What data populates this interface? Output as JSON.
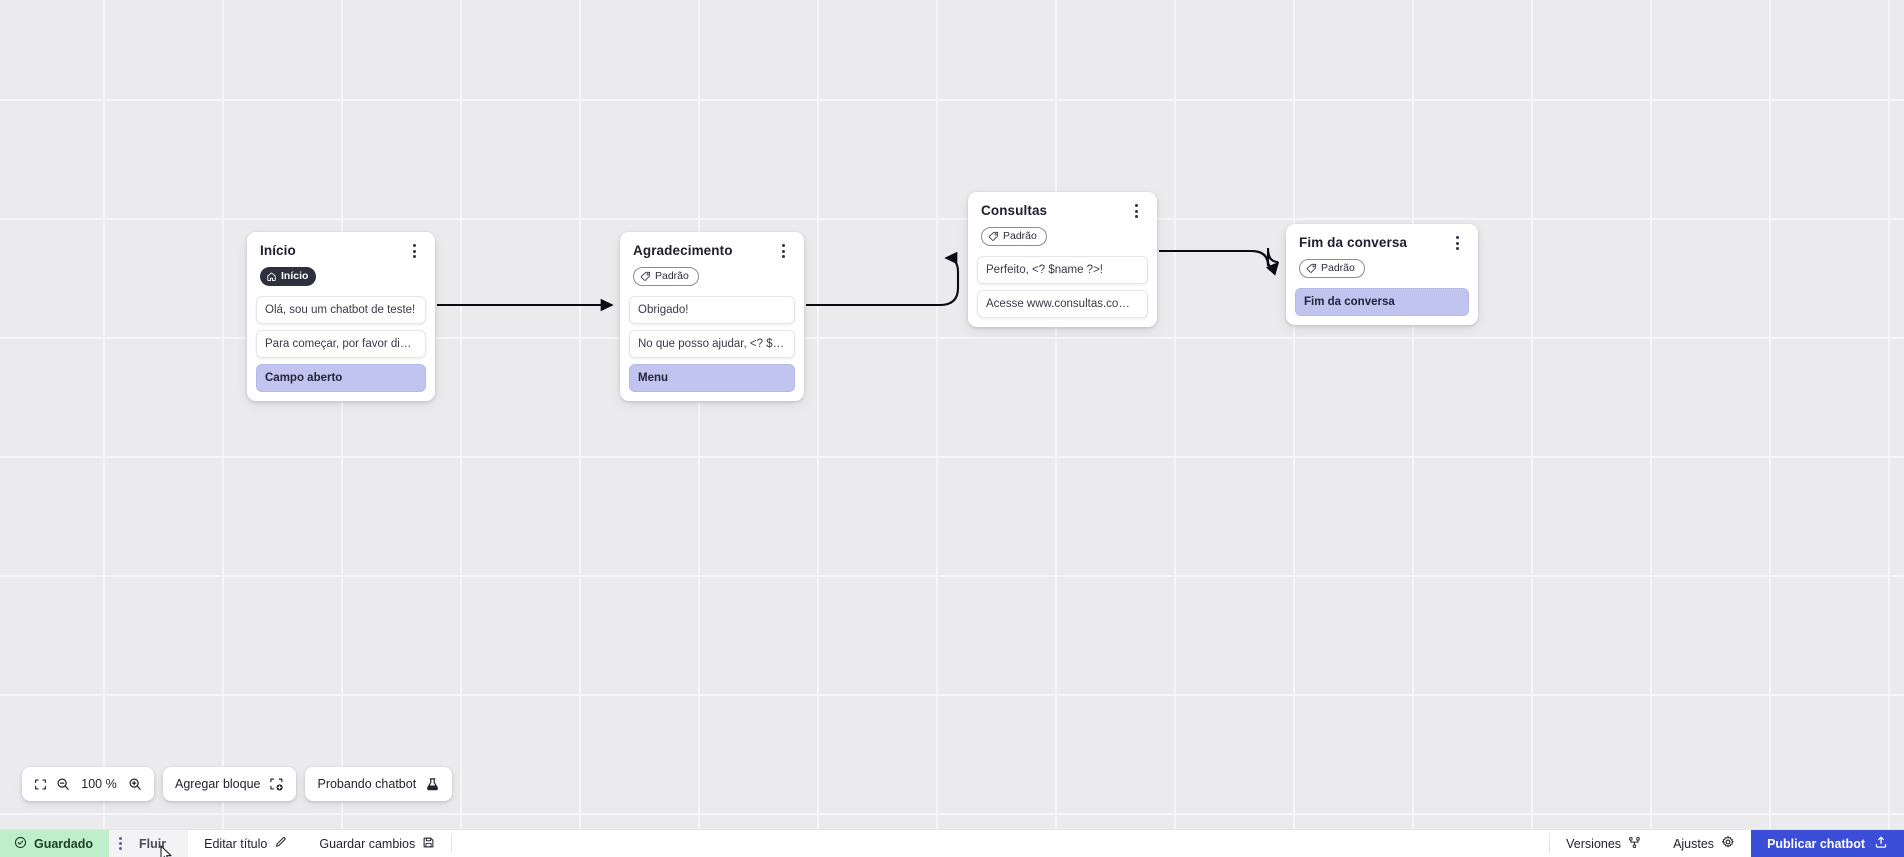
{
  "canvas": {
    "background_color": "#ebeaed",
    "grid_color": "#f6f6f8"
  },
  "nodes": [
    {
      "id": "inicio",
      "title": "Início",
      "badge": {
        "label": "Início",
        "style": "dark",
        "icon": "home-icon"
      },
      "messages": [
        {
          "text": "Olá, sou um chatbot de teste!",
          "highlight": false
        },
        {
          "text": "Para começar, por favor digite o ...",
          "highlight": false
        },
        {
          "text": "Campo aberto",
          "highlight": true
        }
      ]
    },
    {
      "id": "agradecimento",
      "title": "Agradecimento",
      "badge": {
        "label": "Padrão",
        "style": "outline",
        "icon": "tag-icon"
      },
      "messages": [
        {
          "text": "Obrigado!",
          "highlight": false
        },
        {
          "text": "No que posso ajudar, <? $name ...",
          "highlight": false
        },
        {
          "text": "Menu",
          "highlight": true
        }
      ]
    },
    {
      "id": "consultas",
      "title": "Consultas",
      "badge": {
        "label": "Padrão",
        "style": "outline",
        "icon": "tag-icon"
      },
      "messages": [
        {
          "text": "Perfeito, <? $name ?>!",
          "highlight": false
        },
        {
          "text": "Acesse www.consultas.com par...",
          "highlight": false
        }
      ]
    },
    {
      "id": "fim",
      "title": "Fim da conversa",
      "badge": {
        "label": "Padrão",
        "style": "outline",
        "icon": "tag-icon"
      },
      "messages": [
        {
          "text": "Fim da conversa",
          "highlight": true
        }
      ]
    }
  ],
  "toolbar": {
    "zoom_level": "100 %",
    "fit_icon": "fit-screen-icon",
    "zoom_out_icon": "zoom-out-icon",
    "zoom_in_icon": "zoom-in-icon",
    "add_block_label": "Agregar bloque",
    "add_block_icon": "add-block-icon",
    "test_chatbot_label": "Probando chatbot",
    "test_chatbot_icon": "flask-icon"
  },
  "statusbar": {
    "saved_label": "Guardado",
    "saved_icon": "check-circle-icon",
    "saved_bg": "#bfeecb",
    "flow_label": "Fluir",
    "menu_icon": "vertical-dots-icon",
    "edit_title_label": "Editar título",
    "edit_title_icon": "pencil-icon",
    "save_changes_label": "Guardar cambios",
    "save_changes_icon": "save-icon",
    "versions_label": "Versiones",
    "versions_icon": "branch-icon",
    "settings_label": "Ajustes",
    "settings_icon": "gear-icon",
    "publish_label": "Publicar chatbot",
    "publish_icon": "upload-icon",
    "publish_color": "#3b4ed8"
  }
}
